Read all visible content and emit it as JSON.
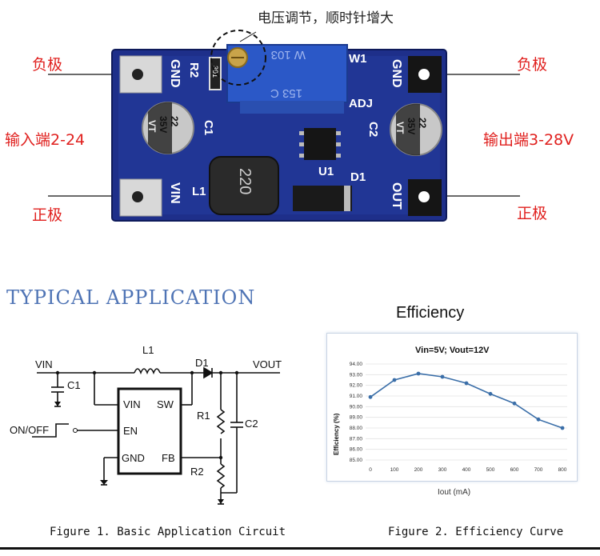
{
  "annotations": {
    "top_note": "电压调节，顺时针增大",
    "left_neg": "负极",
    "left_input": "输入端2-24",
    "left_pos": "正极",
    "right_neg": "负极",
    "right_output": "输出端3-28V",
    "right_pos": "正极"
  },
  "board": {
    "pin_gnd_left": "GND",
    "pin_vin": "VIN",
    "pin_gnd_right": "GND",
    "pin_out": "OUT",
    "r2": "R2",
    "w1": "W1",
    "adj": "ADJ",
    "c1": "C1",
    "c2": "C2",
    "l1": "L1",
    "u1": "U1",
    "d1": "D1",
    "pot_text_1": "W 103",
    "pot_text_2": "153 C",
    "resistor_code": "301",
    "cap_left_1": "22",
    "cap_left_2": "35V",
    "cap_left_3": "VT",
    "cap_right_1": "22",
    "cap_right_2": "35V",
    "cap_right_3": "VT",
    "inductor_code": "220"
  },
  "section_title": "TYPICAL APPLICATION",
  "circuit": {
    "vin": "VIN",
    "vout": "VOUT",
    "l1": "L1",
    "d1": "D1",
    "c1": "C1",
    "c2": "C2",
    "r1": "R1",
    "r2": "R2",
    "on_off": "ON/OFF",
    "pin_vin": "VIN",
    "pin_sw": "SW",
    "pin_en": "EN",
    "pin_gnd": "GND",
    "pin_fb": "FB"
  },
  "chart_data": {
    "type": "line",
    "title": "Efficiency",
    "subtitle": "Vin=5V; Vout=12V",
    "xlabel": "Iout (mA)",
    "ylabel": "Efficiency (%)",
    "x": [
      0,
      100,
      200,
      300,
      400,
      500,
      600,
      700,
      800
    ],
    "y": [
      90.9,
      92.5,
      93.1,
      92.8,
      92.2,
      91.2,
      90.3,
      88.8,
      88.0
    ],
    "xticks": [
      "0",
      "100",
      "200",
      "300",
      "400",
      "500",
      "600",
      "700",
      "800"
    ],
    "yticks": [
      "94.00",
      "93.00",
      "92.00",
      "91.00",
      "90.00",
      "89.00",
      "88.00",
      "87.00",
      "86.00",
      "85.00"
    ],
    "ylim": [
      85,
      94
    ],
    "series_color": "#3a6ea8"
  },
  "captions": {
    "figure1": "Figure 1. Basic Application Circuit",
    "figure2": "Figure 2. Efficiency Curve"
  }
}
